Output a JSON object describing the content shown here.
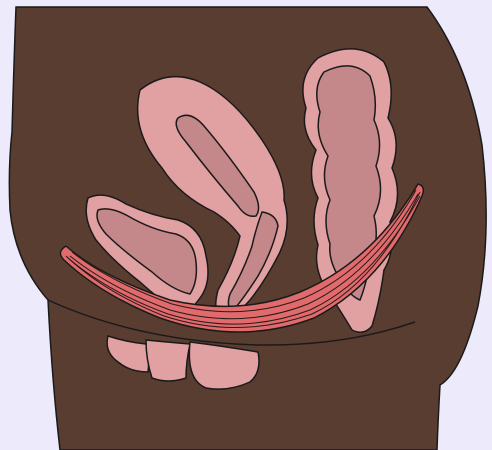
{
  "diagram": {
    "labels": [],
    "colors": {
      "background": "#ECEAFB",
      "body_skin": "#5A3D31",
      "outline": "#1A1A1A",
      "organ_outer": "#E1A0A2",
      "organ_inner": "#C4878A",
      "pelvic_floor_muscle": "#E06A6C",
      "muscle_fiber_lines": "#2A1A1A"
    },
    "parts": [
      "body-silhouette",
      "bladder",
      "uterus",
      "rectum",
      "pelvic-floor-muscle",
      "vulva-labia"
    ]
  }
}
